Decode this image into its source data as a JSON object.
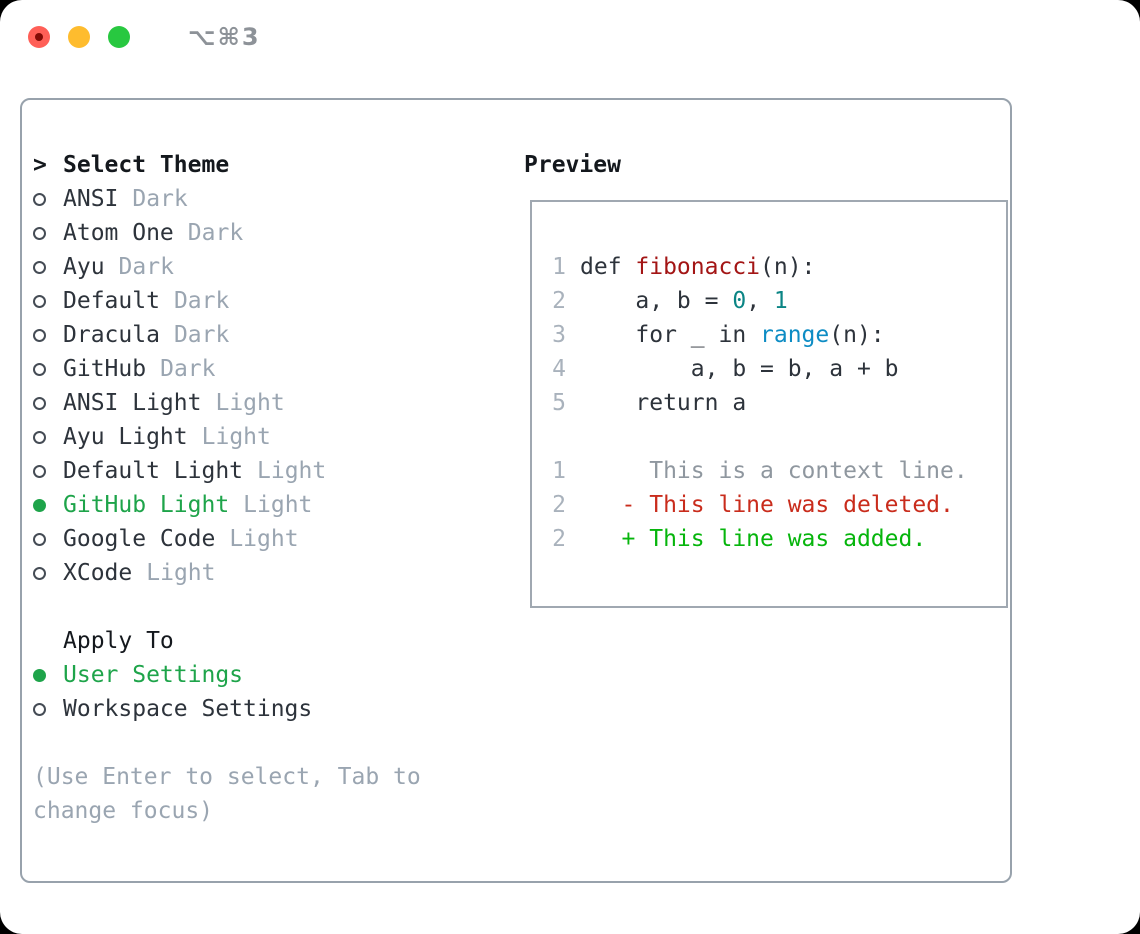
{
  "window": {
    "title": "⌥⌘3"
  },
  "titlebar": {
    "buttons": [
      "close",
      "minimize",
      "zoom"
    ]
  },
  "colors": {
    "text": "#2d333b",
    "heading": "#14181d",
    "muted": "#9aa5b1",
    "gutter": "#a9b2bc",
    "hint": "#9aa5b1",
    "accent_green": "#1ea44a",
    "added_green": "#06b50c",
    "deleted_red": "#c92c1c",
    "function_red": "#a31515",
    "builtin_blue": "#0d8cc4",
    "number_teal": "#0b8585",
    "context_gray": "#8f979f",
    "panel_border": "#98a2ac",
    "box_border": "#a0a8b1",
    "traffic_red": "#ff5f57",
    "traffic_red_dot": "#820b06",
    "traffic_yellow": "#febc2e",
    "traffic_green": "#28c840",
    "title_gray": "#8d9298"
  },
  "panel": {
    "theme_section": {
      "header_prefix": ">",
      "header": "Select Theme",
      "items": [
        {
          "name": "ANSI",
          "variant": "Dark",
          "selected": false
        },
        {
          "name": "Atom One",
          "variant": "Dark",
          "selected": false
        },
        {
          "name": "Ayu",
          "variant": "Dark",
          "selected": false
        },
        {
          "name": "Default",
          "variant": "Dark",
          "selected": false
        },
        {
          "name": "Dracula",
          "variant": "Dark",
          "selected": false
        },
        {
          "name": "GitHub",
          "variant": "Dark",
          "selected": false
        },
        {
          "name": "ANSI Light",
          "variant": "Light",
          "selected": false
        },
        {
          "name": "Ayu Light",
          "variant": "Light",
          "selected": false
        },
        {
          "name": "Default Light",
          "variant": "Light",
          "selected": false
        },
        {
          "name": "GitHub Light",
          "variant": "Light",
          "selected": true
        },
        {
          "name": "Google Code",
          "variant": "Light",
          "selected": false
        },
        {
          "name": "XCode",
          "variant": "Light",
          "selected": false
        }
      ]
    },
    "apply_section": {
      "header": "Apply To",
      "items": [
        {
          "name": "User Settings",
          "selected": true
        },
        {
          "name": "Workspace Settings",
          "selected": false
        }
      ]
    },
    "hint": "(Use Enter to select, Tab to change focus)",
    "preview": {
      "header": "Preview",
      "code_lines": [
        {
          "num": "1",
          "segments": [
            {
              "text": "def ",
              "style": "plain"
            },
            {
              "text": "fibonacci",
              "style": "function"
            },
            {
              "text": "(n):",
              "style": "plain"
            }
          ]
        },
        {
          "num": "2",
          "segments": [
            {
              "text": "    a, b = ",
              "style": "plain"
            },
            {
              "text": "0",
              "style": "number"
            },
            {
              "text": ", ",
              "style": "plain"
            },
            {
              "text": "1",
              "style": "number"
            }
          ]
        },
        {
          "num": "3",
          "segments": [
            {
              "text": "    for _ in ",
              "style": "plain"
            },
            {
              "text": "range",
              "style": "builtin"
            },
            {
              "text": "(n):",
              "style": "plain"
            }
          ]
        },
        {
          "num": "4",
          "segments": [
            {
              "text": "        a, b = b, a + b",
              "style": "plain"
            }
          ]
        },
        {
          "num": "5",
          "segments": [
            {
              "text": "    return a",
              "style": "plain"
            }
          ]
        }
      ],
      "diff_lines": [
        {
          "num": "1",
          "segments": [
            {
              "text": "     This is a context line.",
              "style": "context"
            }
          ]
        },
        {
          "num": "2",
          "segments": [
            {
              "text": "   - This line was deleted.",
              "style": "deleted"
            }
          ]
        },
        {
          "num": "2",
          "segments": [
            {
              "text": "   + This line was added.",
              "style": "added"
            }
          ]
        }
      ]
    }
  }
}
